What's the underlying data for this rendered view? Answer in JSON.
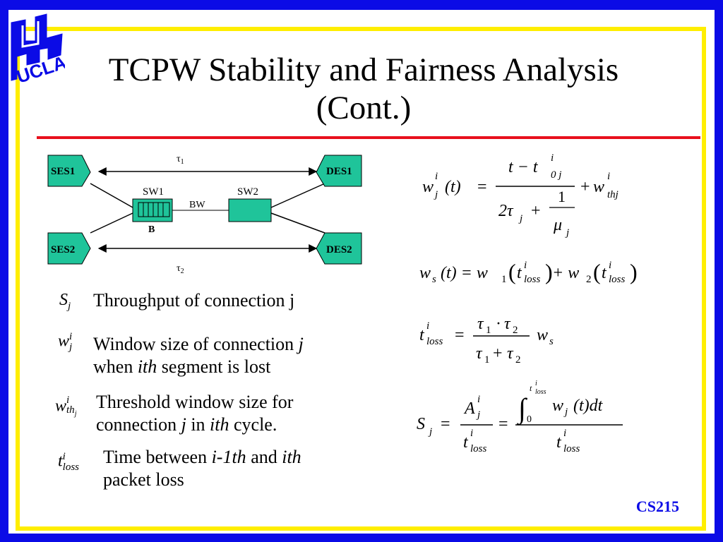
{
  "title": {
    "line1": "TCPW Stability and Fairness Analysis",
    "line2": "(Cont.)"
  },
  "logo": {
    "text": "UCLA"
  },
  "footer": {
    "course": "CS215"
  },
  "diagram": {
    "nodes": {
      "ses1": "SES1",
      "ses2": "SES2",
      "des1": "DES1",
      "des2": "DES2",
      "sw1": "SW1",
      "sw2": "SW2"
    },
    "link_label": "BW",
    "buffer_label": "B",
    "tau1": "τ",
    "tau1_sub": "1",
    "tau2": "τ",
    "tau2_sub": "2"
  },
  "legend": {
    "s_j": {
      "sym": "S",
      "sub": "j",
      "desc": "Throughput of connection j"
    },
    "w_ij": {
      "sym": "w",
      "sup": "i",
      "sub": "j",
      "desc_pre": "Window size of connection ",
      "desc_var": "j",
      "desc2_pre": "when ",
      "desc2_var": "ith",
      "desc2_post": " segment is lost"
    },
    "w_th": {
      "sym": "w",
      "sup": "i",
      "sub": "th",
      "subsub": "j",
      "desc1": "Threshold window size for",
      "desc2_pre": "connection ",
      "desc2_var1": "j",
      "desc2_mid": " in ",
      "desc2_var2": "ith",
      "desc2_post": " cycle."
    },
    "t_loss": {
      "sym": "t",
      "sup": "i",
      "sub": "loss",
      "desc1_pre": "Time between ",
      "desc1_var1": "i-1th",
      "desc1_mid": " and ",
      "desc1_var2": "ith",
      "desc2": "packet loss"
    }
  },
  "equations": {
    "eq1": {
      "lhs": "w",
      "lhs_sup": "i",
      "lhs_sub": "j",
      "arg": "(t)",
      "num": "t − t",
      "num_sup": "i",
      "num_sub": "0 j",
      "den_pre": "2τ",
      "den_sub": "j",
      "den_plus": "+",
      "frac_num": "1",
      "frac_den": "μ",
      "frac_den_sub": "j",
      "plus": "+",
      "rhs": "w",
      "rhs_sup": "i",
      "rhs_sub": "thj"
    },
    "eq2": {
      "text_ws": "w",
      "sub_s": "s",
      "arg": "(t) = w",
      "w1sub": "1",
      "t1": "t",
      "tsup": "i",
      "tsub": "loss",
      "plus": "+ w",
      "w2sub": "2"
    },
    "eq3": {
      "lhs": "t",
      "lhs_sup": "i",
      "lhs_sub": "loss",
      "num": "τ",
      "num_sub1": "1",
      "dot": "·",
      "num_sub2": "2",
      "den_sub1": "1",
      "den_plus": "+",
      "den_sub2": "2",
      "rhs": "w",
      "rhs_sub": "s"
    },
    "eq4": {
      "lhs": "S",
      "lhs_sub": "j",
      "num1": "A",
      "num1_sup": "i",
      "num1_sub": "j",
      "den": "t",
      "den_sup": "i",
      "den_sub": "loss",
      "integrand": "w",
      "integrand_sub": "j",
      "integrand_rest": "(t)dt",
      "lower": "0"
    }
  },
  "colors": {
    "frame_blue": "#0b0be6",
    "frame_yellow": "#ffee00",
    "rule_red": "#e8101c",
    "node_fill": "#1fc49a"
  }
}
